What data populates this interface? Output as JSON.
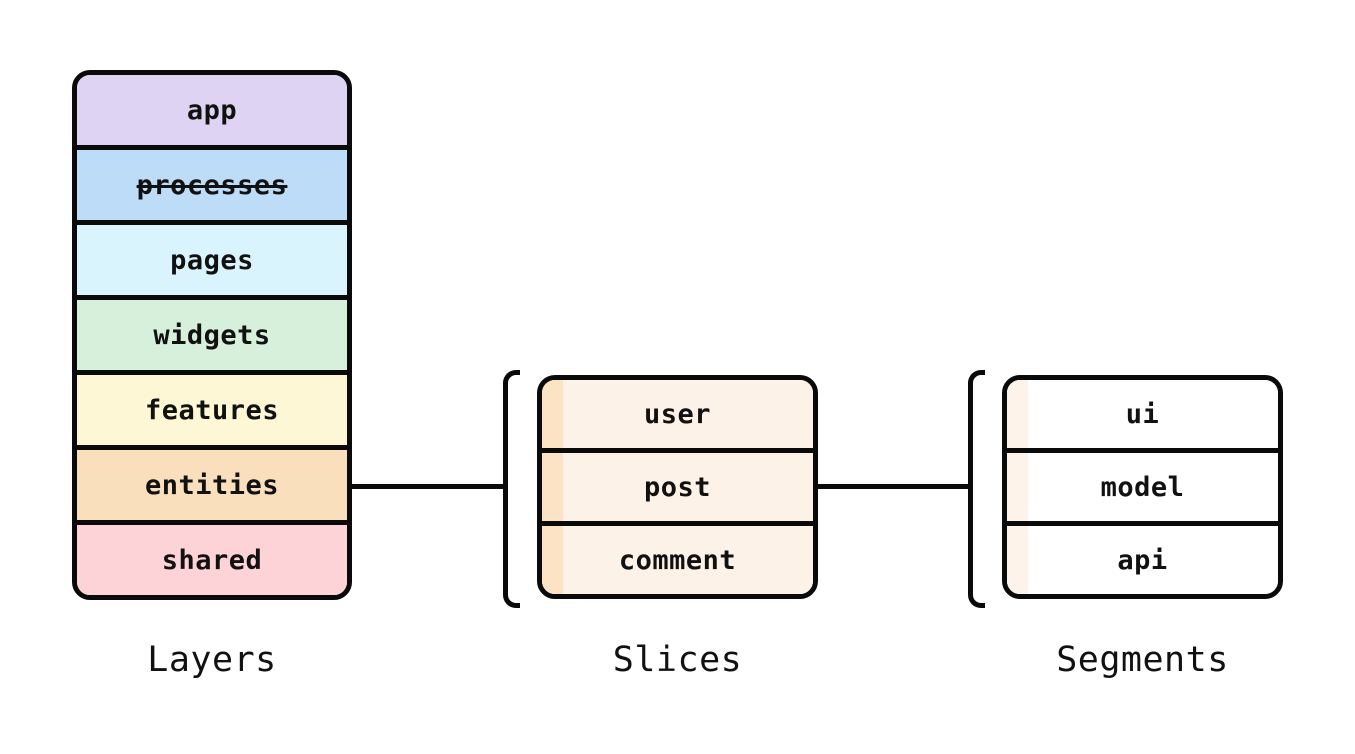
{
  "diagram": {
    "stroke_color": "#0a0a0a",
    "layers": {
      "caption": "Layers",
      "items": [
        {
          "label": "app",
          "bg": "#ded3f2",
          "deprecated": false
        },
        {
          "label": "processes",
          "bg": "#bddcf7",
          "deprecated": true
        },
        {
          "label": "pages",
          "bg": "#d9f4fc",
          "deprecated": false
        },
        {
          "label": "widgets",
          "bg": "#d7f0dc",
          "deprecated": false
        },
        {
          "label": "features",
          "bg": "#fdf7d6",
          "deprecated": false
        },
        {
          "label": "entities",
          "bg": "#fadfbd",
          "deprecated": false
        },
        {
          "label": "shared",
          "bg": "#fdd3d7",
          "deprecated": false
        }
      ]
    },
    "slices": {
      "caption": "Slices",
      "row_bg": "#fdf2e7",
      "stripe_color": "#fbe3c4",
      "items": [
        {
          "label": "user"
        },
        {
          "label": "post"
        },
        {
          "label": "comment"
        }
      ]
    },
    "segments": {
      "caption": "Segments",
      "row_bg": "#ffffff",
      "stripe_color": "#fdf3ea",
      "items": [
        {
          "label": "ui"
        },
        {
          "label": "model"
        },
        {
          "label": "api"
        }
      ]
    }
  }
}
